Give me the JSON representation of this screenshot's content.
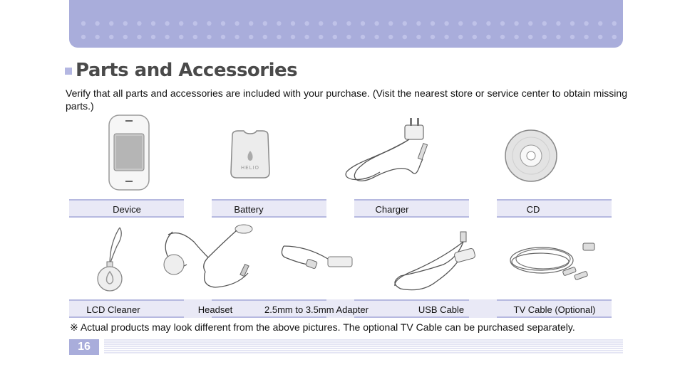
{
  "header": {
    "title": "Parts and Accessories",
    "intro": "Verify that all parts and accessories are included with your purchase. (Visit the nearest store or service center to obtain missing parts.)"
  },
  "row1": [
    {
      "label": "Device",
      "icon": "device-image"
    },
    {
      "label": "Battery",
      "icon": "battery-image",
      "logo_text": "HELIO"
    },
    {
      "label": "Charger",
      "icon": "charger-image"
    },
    {
      "label": "CD",
      "icon": "cd-image"
    }
  ],
  "row2": [
    {
      "label": "LCD Cleaner",
      "icon": "lcd-cleaner-image"
    },
    {
      "label": "Headset",
      "icon": "headset-image"
    },
    {
      "label": "2.5mm to 3.5mm Adapter",
      "icon": "adapter-image"
    },
    {
      "label": "USB Cable",
      "icon": "usb-cable-image"
    },
    {
      "label": "TV Cable (Optional)",
      "icon": "tv-cable-image"
    }
  ],
  "footnote": "※ Actual products may look different from the above pictures. The optional TV Cable can be purchased separately.",
  "page_number": "16",
  "colors": {
    "accent": "#a9addb",
    "label_band": "#e9e9f6",
    "title": "#4a4a4a"
  }
}
